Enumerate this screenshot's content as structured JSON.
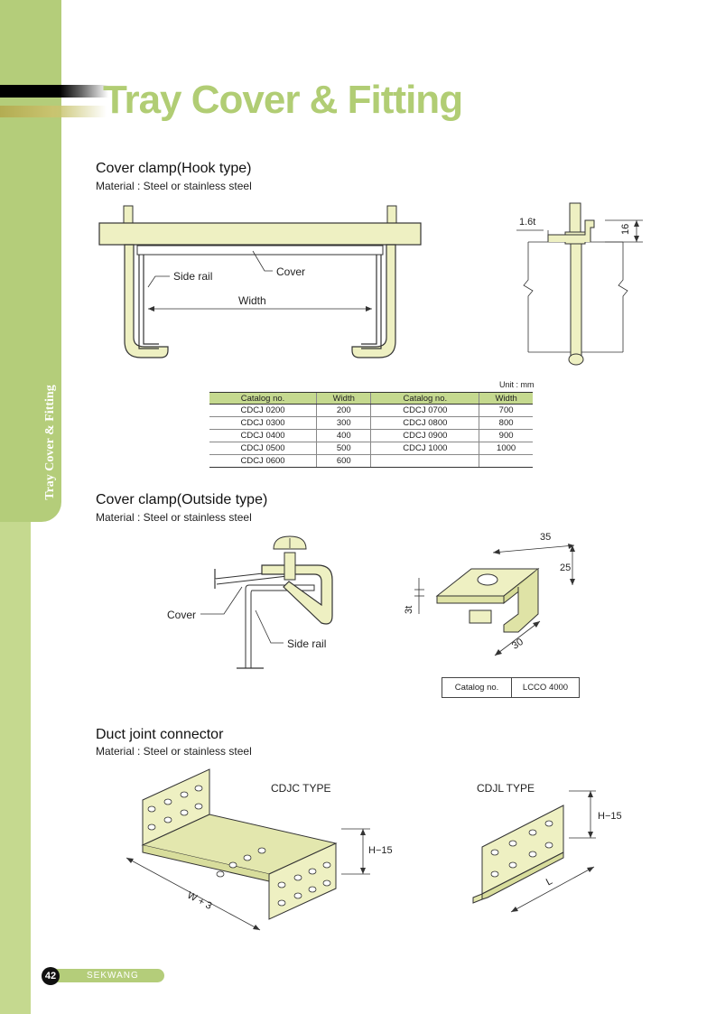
{
  "sidebar": {
    "label": "Tray Cover & Fitting"
  },
  "page": {
    "title": "Tray Cover & Fitting",
    "number": "42",
    "brand": "SEKWANG"
  },
  "hook": {
    "title": "Cover clamp(Hook type)",
    "material": "Material : Steel or stainless steel",
    "labels": {
      "cover": "Cover",
      "side_rail": "Side rail",
      "width": "Width",
      "thickness": "1.6t",
      "height": "16"
    },
    "unit": "Unit : mm",
    "table": {
      "headers": [
        "Catalog no.",
        "Width",
        "Catalog no.",
        "Width"
      ],
      "rows": [
        [
          "CDCJ 0200",
          "200",
          "CDCJ 0700",
          "700"
        ],
        [
          "CDCJ 0300",
          "300",
          "CDCJ 0800",
          "800"
        ],
        [
          "CDCJ 0400",
          "400",
          "CDCJ 0900",
          "900"
        ],
        [
          "CDCJ 0500",
          "500",
          "CDCJ 1000",
          "1000"
        ],
        [
          "CDCJ 0600",
          "600",
          "",
          ""
        ]
      ]
    }
  },
  "outside": {
    "title": "Cover clamp(Outside type)",
    "material": "Material : Steel or stainless steel",
    "labels": {
      "cover": "Cover",
      "side_rail": "Side rail",
      "d35": "35",
      "d25": "25",
      "d3t": "3t",
      "d30": "30"
    },
    "catalog_label": "Catalog no.",
    "catalog_value": "LCCO 4000"
  },
  "duct": {
    "title": "Duct joint connector",
    "material": "Material : Steel or stainless steel",
    "cdjc": {
      "name": "CDJC TYPE",
      "h": "H−15",
      "w": "W + 3"
    },
    "cdjl": {
      "name": "CDJL TYPE",
      "h": "H−15",
      "l": "L"
    }
  }
}
